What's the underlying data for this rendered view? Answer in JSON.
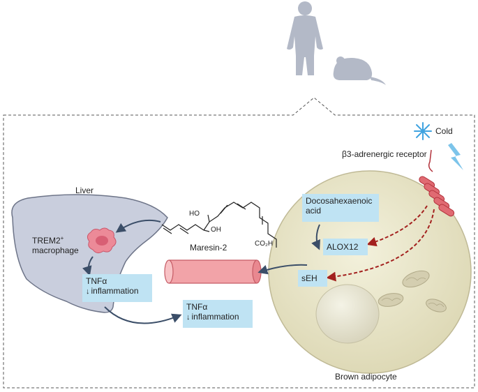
{
  "labels": {
    "cold": "Cold",
    "receptor": "β3-adrenergic receptor",
    "liver": "Liver",
    "trem2_name": "TREM2",
    "trem2_sup": "+",
    "macrophage": "macrophage",
    "maresin": "Maresin-2",
    "ho": "HO",
    "oh": "OH",
    "co2h": "CO₂H",
    "brown_adipocyte": "Brown adipocyte"
  },
  "boxes": {
    "dha_line1": "Docosahexaenoic",
    "dha_line2": "acid",
    "alox12": "ALOX12",
    "seh": "sEH",
    "tnf_liver_title": "TNFα",
    "tnf_liver_sub": "inflammation",
    "tnf_blood_title": "TNFα",
    "tnf_blood_sub": "inflammation",
    "down_arrow": "↓"
  },
  "icons": {
    "human": "human-silhouette-icon",
    "mouse": "mouse-silhouette-icon",
    "snowflake": "snowflake-icon",
    "lightning": "lightning-bolt-icon"
  },
  "colors": {
    "box_fill": "#bfe3f3",
    "liver": "#c9cedd",
    "cell": "#ece8cc",
    "vessel": "#f2a3a8",
    "receptor": "#d9505a",
    "arrow_dark": "#3b4e68",
    "arrow_red": "#a3201e",
    "silhouette": "#b3b9c7",
    "snow": "#3fa3e0"
  }
}
